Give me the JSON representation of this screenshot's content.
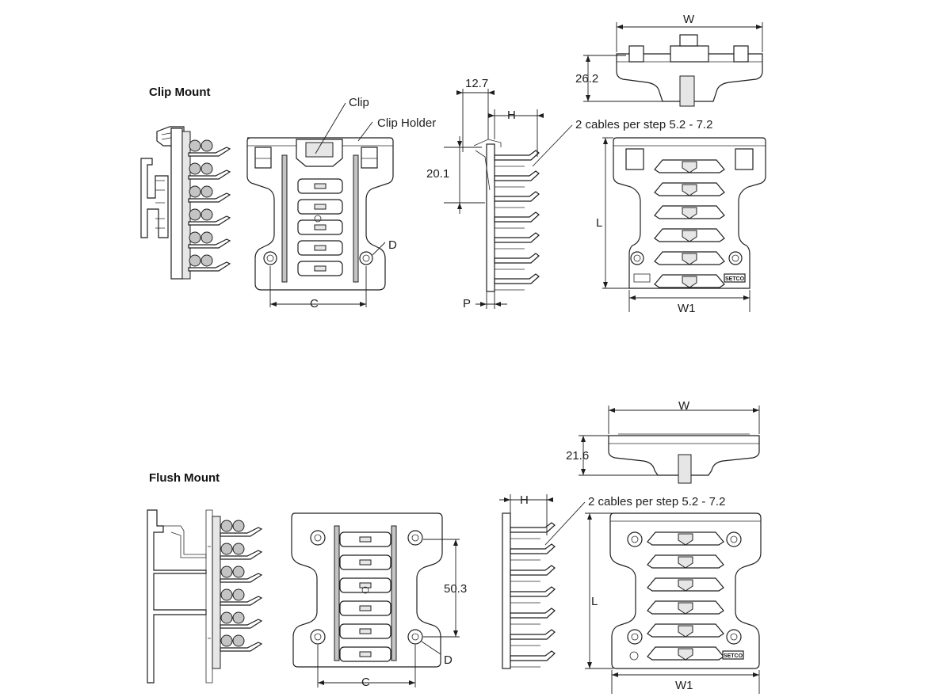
{
  "sections": {
    "clip_mount_title": "Clip Mount",
    "flush_mount_title": "Flush Mount"
  },
  "labels": {
    "clip": "Clip",
    "clip_holder": "Clip Holder",
    "cables_note_top": "2 cables per step 5.2 - 7.2",
    "cables_note_bottom": "2 cables per step 5.2 - 7.2"
  },
  "dimensions": {
    "top_w": "W",
    "top_height": "26.2",
    "top_12_7": "12.7",
    "top_h": "H",
    "top_20_1": "20.1",
    "top_l": "L",
    "top_c": "C",
    "top_d": "D",
    "top_p": "P",
    "top_w1": "W1",
    "bottom_w": "W",
    "bottom_height": "21.6",
    "bottom_h": "H",
    "bottom_50_3": "50.3",
    "bottom_l": "L",
    "bottom_c": "C",
    "bottom_d": "D",
    "bottom_w1": "W1"
  },
  "logo": "SETCO"
}
